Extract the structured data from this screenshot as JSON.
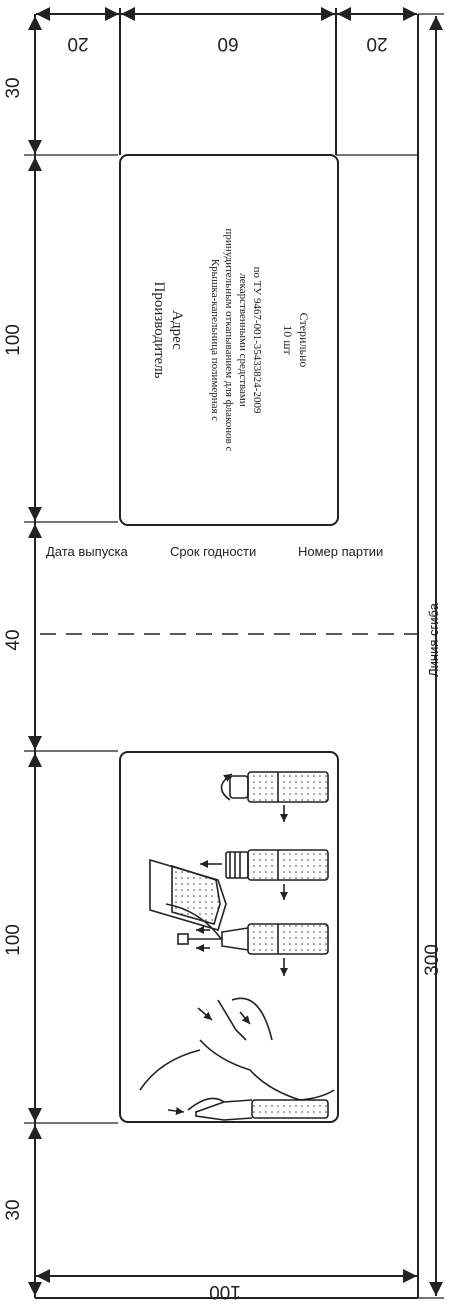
{
  "dimensions": {
    "top_left": "20",
    "top_middle": "60",
    "top_right": "20",
    "left_top": "30",
    "left_upper": "100",
    "left_middle": "40",
    "left_lower": "100",
    "left_bottom": "30",
    "total_length": "300",
    "total_width": "100"
  },
  "labels": {
    "release_date": "Дата выпуска",
    "expiry_date": "Срок годности",
    "batch_number": "Номер партии",
    "fold_line": "Линия сгиба"
  },
  "label_panel": {
    "manufacturer": "Производитель",
    "address": "Адрес",
    "product_line1": "Крышка-капельница полимерная с",
    "product_line2": "принудительным откапыванием для флаконов с",
    "product_line3": "лекарственными средствами",
    "product_line4": "по ТУ 9467-001-35433824-2009",
    "quantity": "10 шт",
    "sterile": "Стерильно"
  }
}
